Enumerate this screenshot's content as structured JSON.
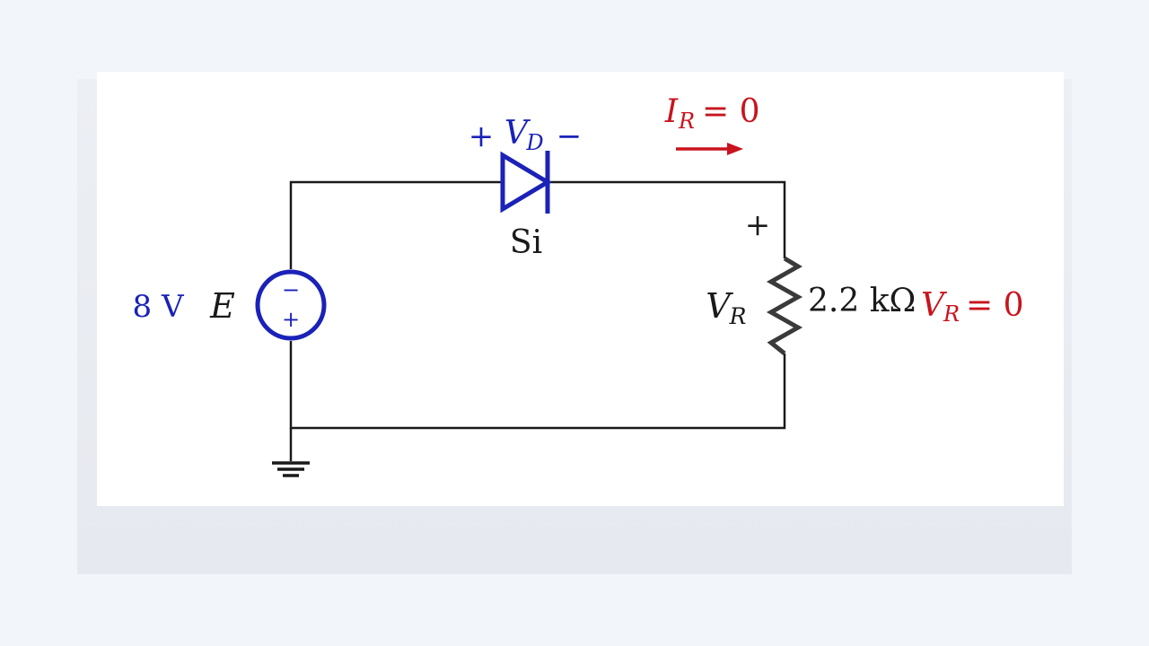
{
  "source": {
    "value_label": "8 V",
    "name_label": "E",
    "minus_sign": "−",
    "plus_sign": "+"
  },
  "diode": {
    "plus": "+",
    "voltage_symbol": "V",
    "voltage_subscript": "D",
    "minus": "−",
    "material": "Si"
  },
  "current": {
    "symbol": "I",
    "subscript": "R",
    "equals": "= 0"
  },
  "resistor": {
    "plus": "+",
    "voltage_symbol": "V",
    "voltage_subscript": "R",
    "value": "2.2 kΩ"
  },
  "result": {
    "symbol": "V",
    "subscript": "R",
    "equals": "= 0"
  },
  "colors": {
    "component_blue": "#1a22b8",
    "annotation_red": "#c8141e",
    "wire": "#1a1a1a",
    "resistor": "#3a3a3a"
  }
}
